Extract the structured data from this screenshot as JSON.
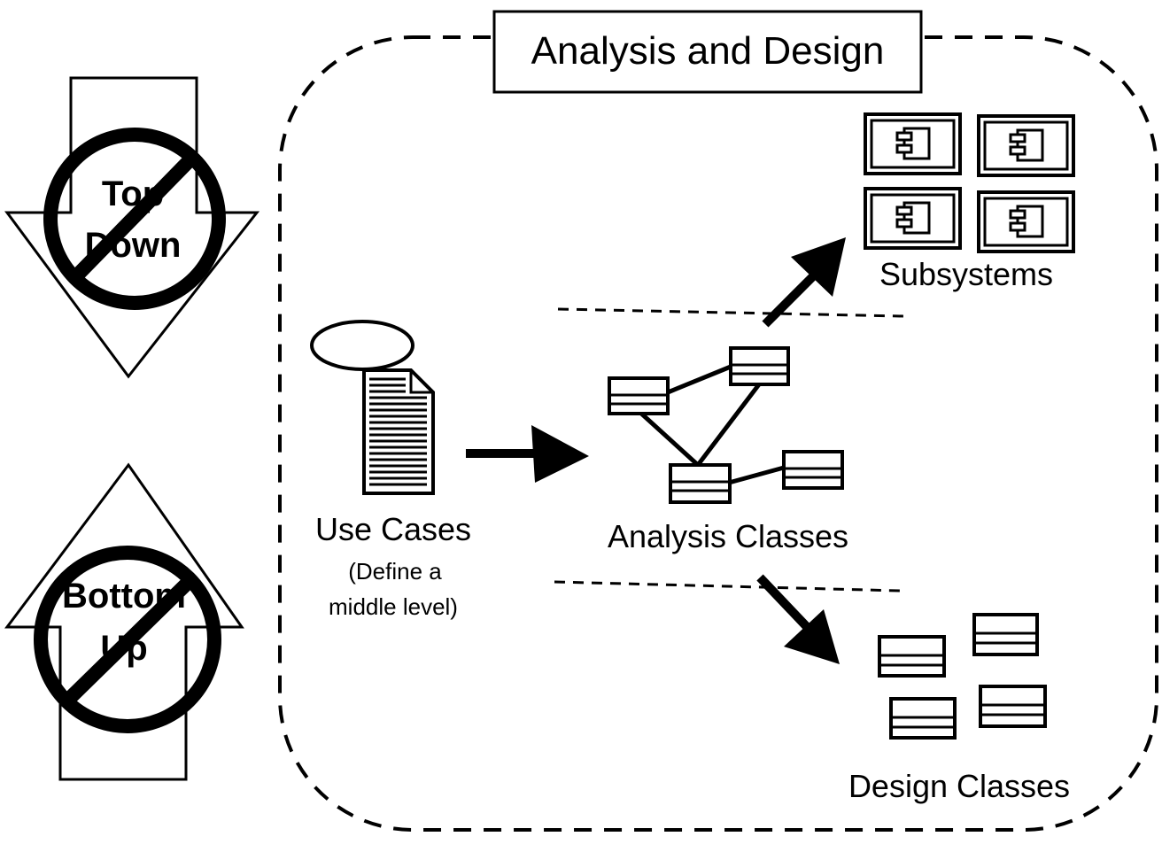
{
  "title": "Analysis and Design",
  "top_down": {
    "line1": "Top",
    "line2": "Down"
  },
  "bottom_up": {
    "line1": "Bottom",
    "line2": "Up"
  },
  "use_cases": {
    "label": "Use Cases",
    "note_line1": "(Define a",
    "note_line2": "middle level)"
  },
  "analysis_classes": {
    "label": "Analysis Classes"
  },
  "subsystems": {
    "label": "Subsystems"
  },
  "design_classes": {
    "label": "Design Classes"
  },
  "colors": {
    "ink": "#000000",
    "paper": "#ffffff"
  }
}
